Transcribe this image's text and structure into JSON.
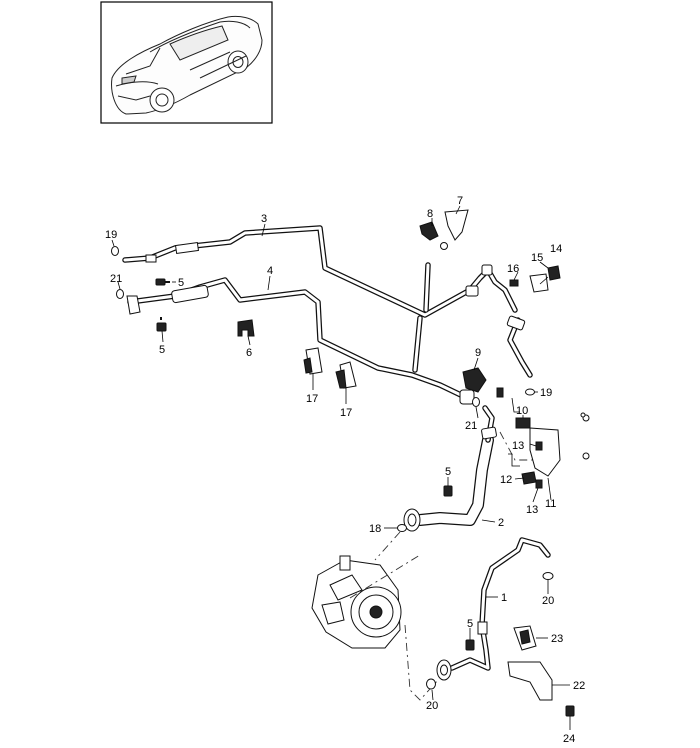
{
  "labels": {
    "p1": "1",
    "p2": "2",
    "p3": "3",
    "p4": "4",
    "p5a": "5",
    "p5b": "5",
    "p5c": "5",
    "p5d": "5",
    "p6": "6",
    "p7": "7",
    "p8": "8",
    "p9": "9",
    "p10": "10",
    "p11": "11",
    "p12": "12",
    "p13a": "13",
    "p13b": "13",
    "p14": "14",
    "p15": "15",
    "p16": "16",
    "p17a": "17",
    "p17b": "17",
    "p18": "18",
    "p19a": "19",
    "p19b": "19",
    "p20a": "20",
    "p20b": "20",
    "p21a": "21",
    "p21b": "21",
    "p22": "22",
    "p23": "23",
    "p24": "24"
  }
}
